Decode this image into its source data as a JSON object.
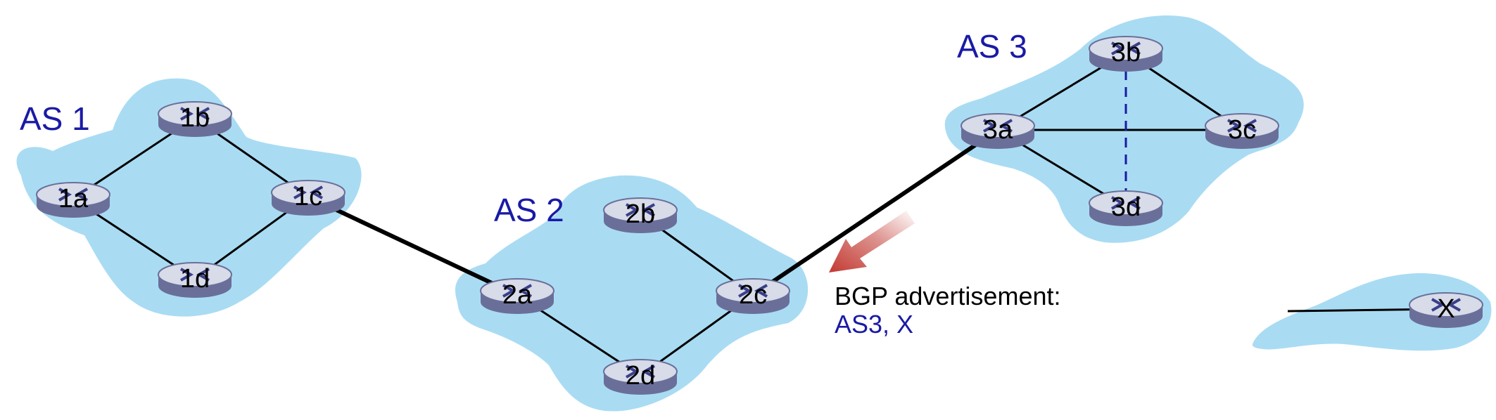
{
  "colors": {
    "cloud": "#a9dcf3",
    "as_label": "#1a1aa6",
    "advertisement_path": "#1a1aa6",
    "arrow": "#c23a32",
    "router_top": "#d8dbe8",
    "router_body": "#6a6f9a"
  },
  "autonomous_systems": [
    {
      "id": "as1",
      "label": "AS 1",
      "routers": [
        "1a",
        "1b",
        "1c",
        "1d"
      ]
    },
    {
      "id": "as2",
      "label": "AS 2",
      "routers": [
        "2a",
        "2b",
        "2c",
        "2d"
      ]
    },
    {
      "id": "as3",
      "label": "AS 3",
      "routers": [
        "3a",
        "3b",
        "3c",
        "3d"
      ]
    },
    {
      "id": "dest",
      "label": "",
      "routers": [
        "X"
      ]
    }
  ],
  "routers": {
    "r1a": "1a",
    "r1b": "1b",
    "r1c": "1c",
    "r1d": "1d",
    "r2a": "2a",
    "r2b": "2b",
    "r2c": "2c",
    "r2d": "2d",
    "r3a": "3a",
    "r3b": "3b",
    "r3c": "3c",
    "r3d": "3d",
    "rX": "X"
  },
  "links": [
    {
      "from": "1a",
      "to": "1b",
      "type": "intra"
    },
    {
      "from": "1b",
      "to": "1c",
      "type": "intra"
    },
    {
      "from": "1a",
      "to": "1d",
      "type": "intra"
    },
    {
      "from": "1d",
      "to": "1c",
      "type": "intra"
    },
    {
      "from": "1c",
      "to": "2a",
      "type": "inter"
    },
    {
      "from": "2b",
      "to": "2c",
      "type": "intra"
    },
    {
      "from": "2a",
      "to": "2d",
      "type": "intra"
    },
    {
      "from": "2d",
      "to": "2c",
      "type": "intra"
    },
    {
      "from": "2c",
      "to": "3a",
      "type": "inter"
    },
    {
      "from": "3a",
      "to": "3b",
      "type": "intra"
    },
    {
      "from": "3b",
      "to": "3c",
      "type": "intra"
    },
    {
      "from": "3a",
      "to": "3c",
      "type": "intra"
    },
    {
      "from": "3a",
      "to": "3d",
      "type": "intra"
    },
    {
      "from": "3b",
      "to": "3d",
      "type": "ibgp"
    },
    {
      "from": "X",
      "to": "",
      "type": "intra"
    }
  ],
  "advertisement": {
    "title": "BGP advertisement:",
    "path": "AS3, X",
    "direction": "from 3a toward 2c"
  }
}
